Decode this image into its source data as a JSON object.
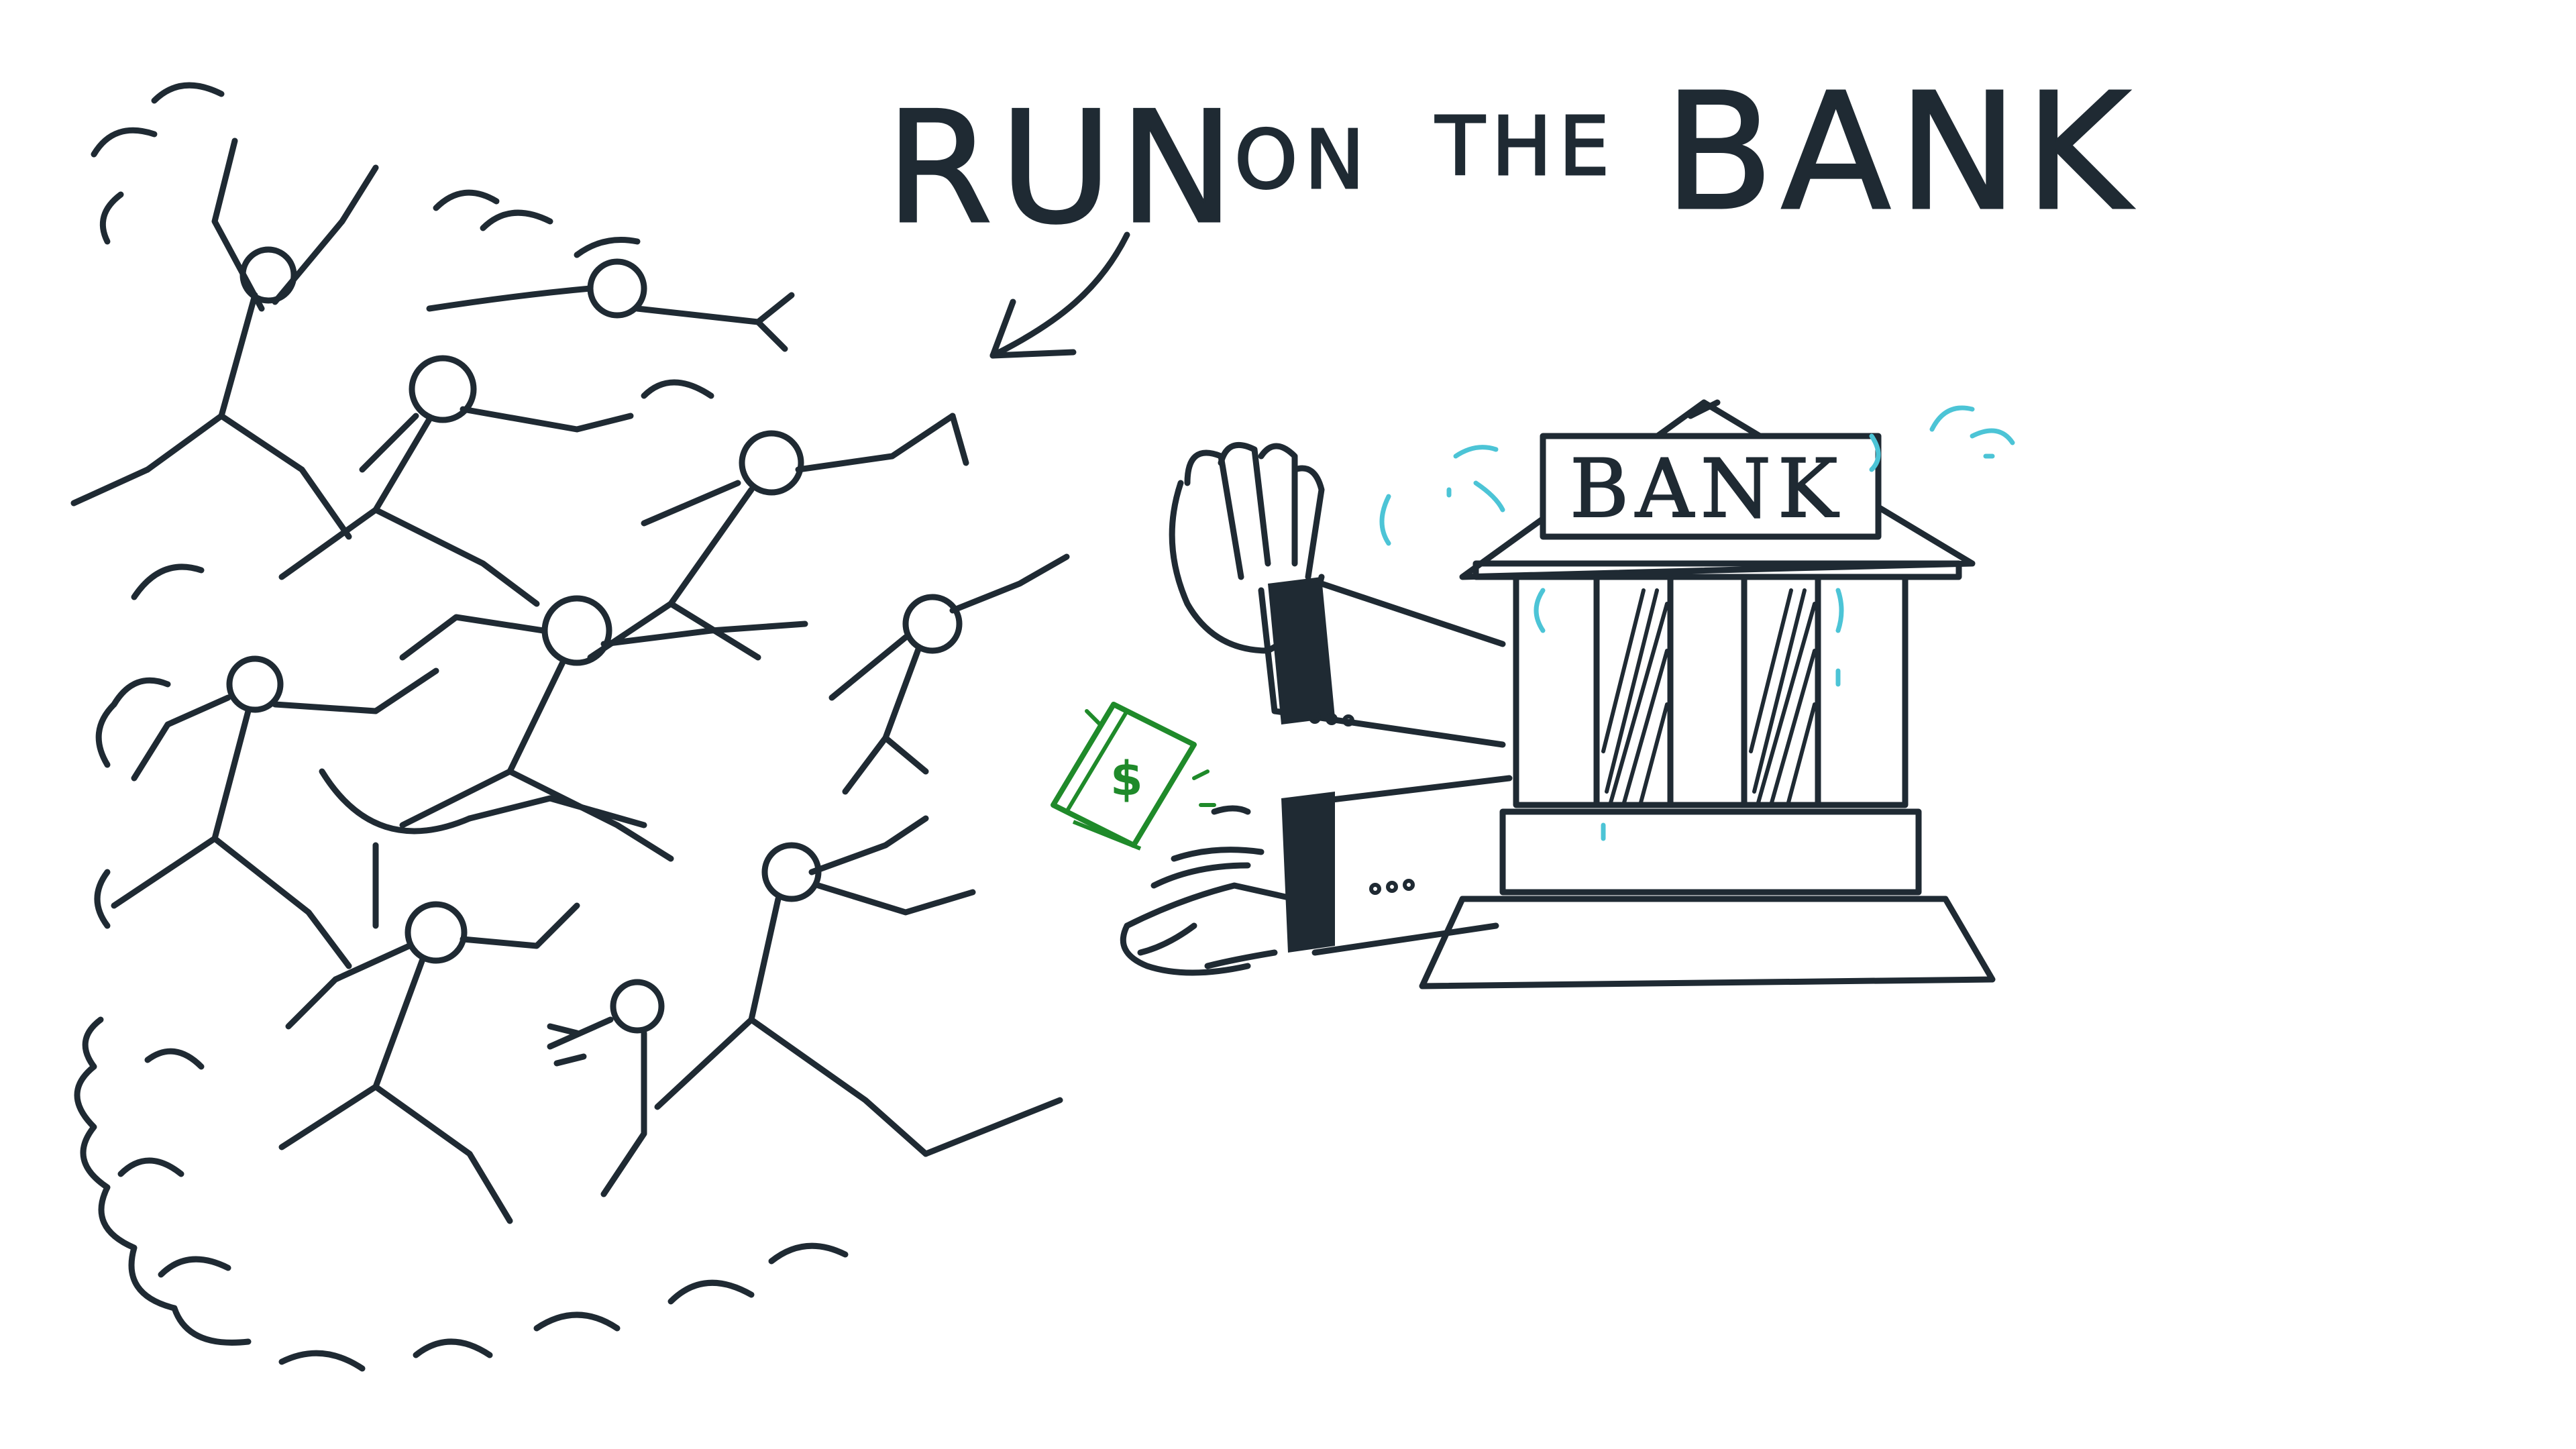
{
  "title": {
    "word1": "RUN",
    "word2": "ON",
    "word3": "THE",
    "word4": "BANK"
  },
  "bank_sign": "BANK",
  "money_note": "$",
  "colors": {
    "ink": "#1f2a33",
    "money": "#1f8a2a",
    "sweat": "#4cc4d6",
    "background": "#ffffff"
  },
  "icons": [
    "arrow-icon",
    "bank-building-icon",
    "money-bill-icon",
    "crowd-illustration",
    "stop-hand-icon",
    "receiving-hand-icon"
  ]
}
